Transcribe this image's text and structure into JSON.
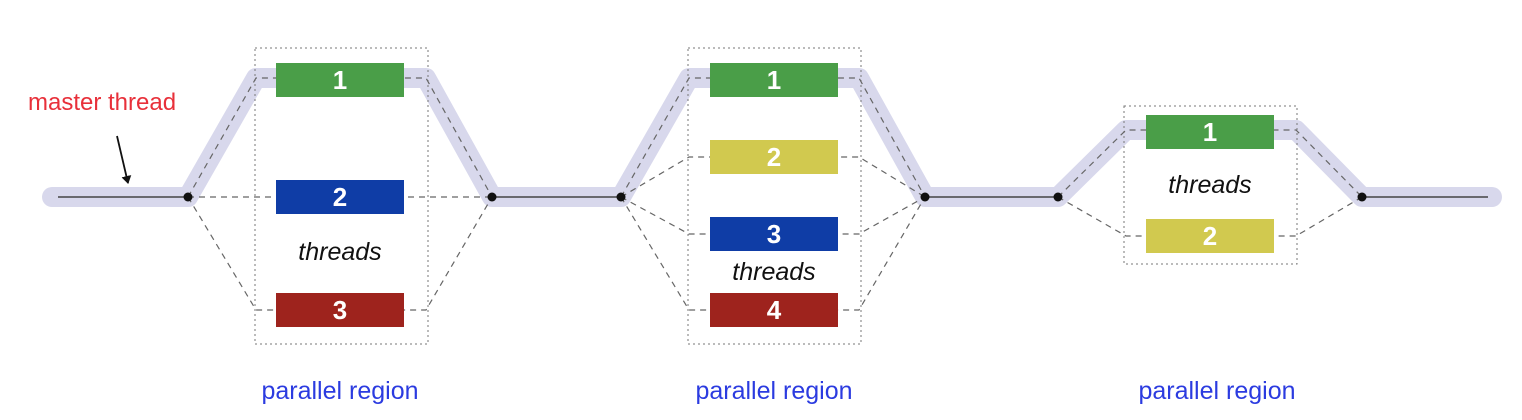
{
  "master_label": "master thread",
  "colors": {
    "master_path": "#d8d8ec",
    "thread_line": "#555555",
    "region_label": "#2b3be0",
    "master_label": "#e8303a",
    "thread_colors": [
      "#4a9e48",
      "#0f3da6",
      "#9e231d",
      "#d1c94f"
    ]
  },
  "regions": [
    {
      "label": "parallel region",
      "threads_label": "threads",
      "threads": [
        {
          "label": "1",
          "color": "#4a9e48"
        },
        {
          "label": "2",
          "color": "#0f3da6"
        },
        {
          "label": "3",
          "color": "#9e231d"
        }
      ]
    },
    {
      "label": "parallel region",
      "threads_label": "threads",
      "threads": [
        {
          "label": "1",
          "color": "#4a9e48"
        },
        {
          "label": "2",
          "color": "#d1c94f"
        },
        {
          "label": "3",
          "color": "#0f3da6"
        },
        {
          "label": "4",
          "color": "#9e231d"
        }
      ]
    },
    {
      "label": "parallel region",
      "threads_label": "threads",
      "threads": [
        {
          "label": "1",
          "color": "#4a9e48"
        },
        {
          "label": "2",
          "color": "#d1c94f"
        }
      ]
    }
  ]
}
